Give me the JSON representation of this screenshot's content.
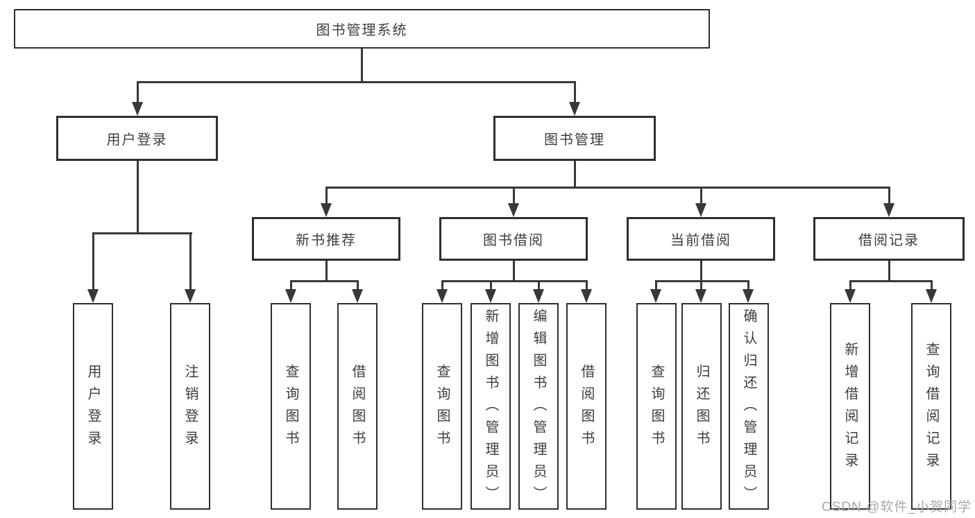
{
  "diagram_title": "图书管理系统",
  "tree": {
    "label": "图书管理系统",
    "children": [
      {
        "label": "用户登录",
        "children": [
          {
            "label": "用户登录"
          },
          {
            "label": "注销登录"
          }
        ]
      },
      {
        "label": "图书管理",
        "children": [
          {
            "label": "新书推荐",
            "children": [
              {
                "label": "查询图书"
              },
              {
                "label": "借阅图书"
              }
            ]
          },
          {
            "label": "图书借阅",
            "children": [
              {
                "label": "查询图书"
              },
              {
                "label": "新增图书（管理员）"
              },
              {
                "label": "编辑图书（管理员）"
              },
              {
                "label": "借阅图书"
              }
            ]
          },
          {
            "label": "当前借阅",
            "children": [
              {
                "label": "查询图书"
              },
              {
                "label": "归还图书"
              },
              {
                "label": "确认归还（管理员）"
              }
            ]
          },
          {
            "label": "借阅记录",
            "children": [
              {
                "label": "新增借阅记录"
              },
              {
                "label": "查询借阅记录"
              }
            ]
          }
        ]
      }
    ]
  },
  "watermark": {
    "text": "CSDN @软件_小贺同学"
  },
  "colors": {
    "background": "#ffffff",
    "box_border": "#2e2e2e",
    "line": "#383838",
    "text": "#3d3d3d",
    "watermark": "#a8a8a8"
  }
}
